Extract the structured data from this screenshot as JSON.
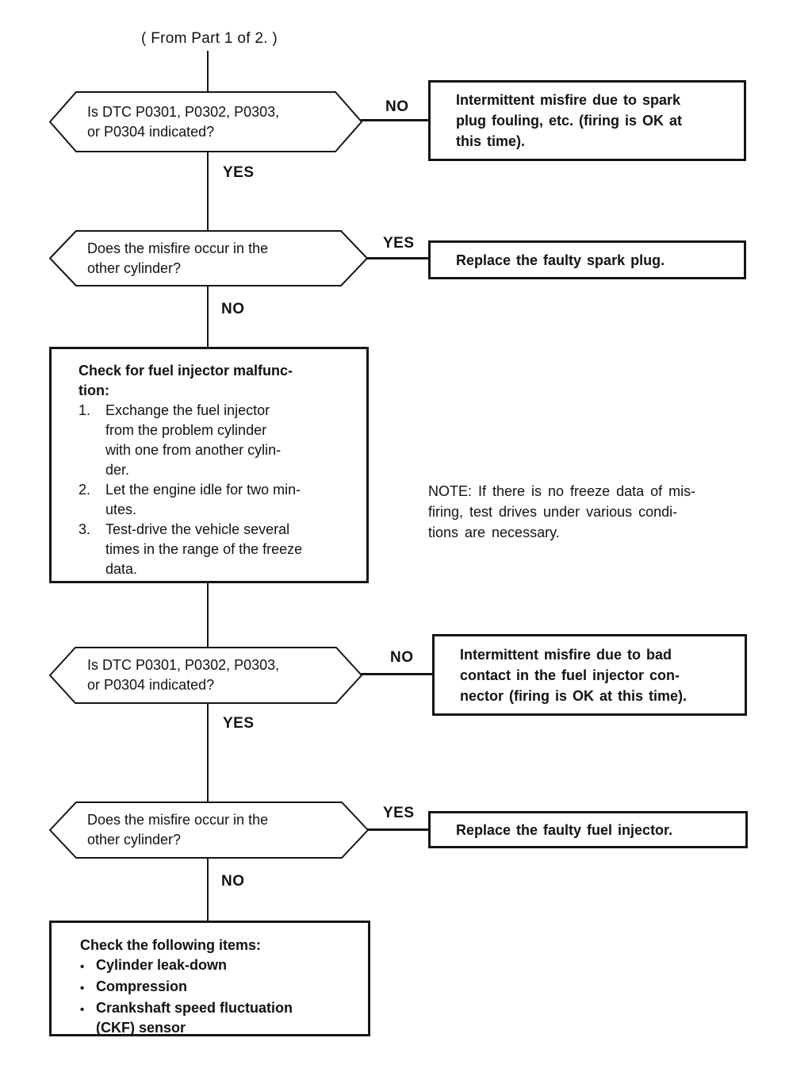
{
  "flow": {
    "from_label": "( From Part 1 of 2. )",
    "branch_labels": {
      "yes": "YES",
      "no": "NO"
    },
    "decisions": {
      "dtc_indicated": "Is DTC P0301, P0302, P0303,\nor P0304 indicated?",
      "misfire_other_cylinder": "Does the misfire occur in the\nother cylinder?"
    },
    "results": {
      "spark_plug_intermittent": "Intermittent misfire due to spark\nplug fouling, etc. (firing is OK at\nthis time).",
      "replace_spark_plug": "Replace the faulty spark plug.",
      "injector_connector_intermittent": "Intermittent misfire due to bad\ncontact in the fuel injector con-\nnector (firing is OK at this time).",
      "replace_fuel_injector": "Replace the faulty fuel injector."
    },
    "injector_check": {
      "title": "Check for fuel injector malfunc-\ntion:",
      "items": [
        {
          "num": "1.",
          "text": "Exchange the fuel injector\nfrom the problem cylinder\nwith one from another cylin-\nder."
        },
        {
          "num": "2.",
          "text": "Let the engine idle for two min-\nutes."
        },
        {
          "num": "3.",
          "text": "Test-drive the vehicle several\ntimes in the range of the freeze\ndata."
        }
      ]
    },
    "note": "NOTE: If there is no freeze data of mis-\nfiring, test drives under various condi-\ntions are necessary.",
    "final_check": {
      "title": "Check the following items:",
      "bullet": "•",
      "items": [
        "Cylinder leak-down",
        "Compression",
        "Crankshaft speed fluctuation\n(CKF) sensor"
      ]
    }
  }
}
